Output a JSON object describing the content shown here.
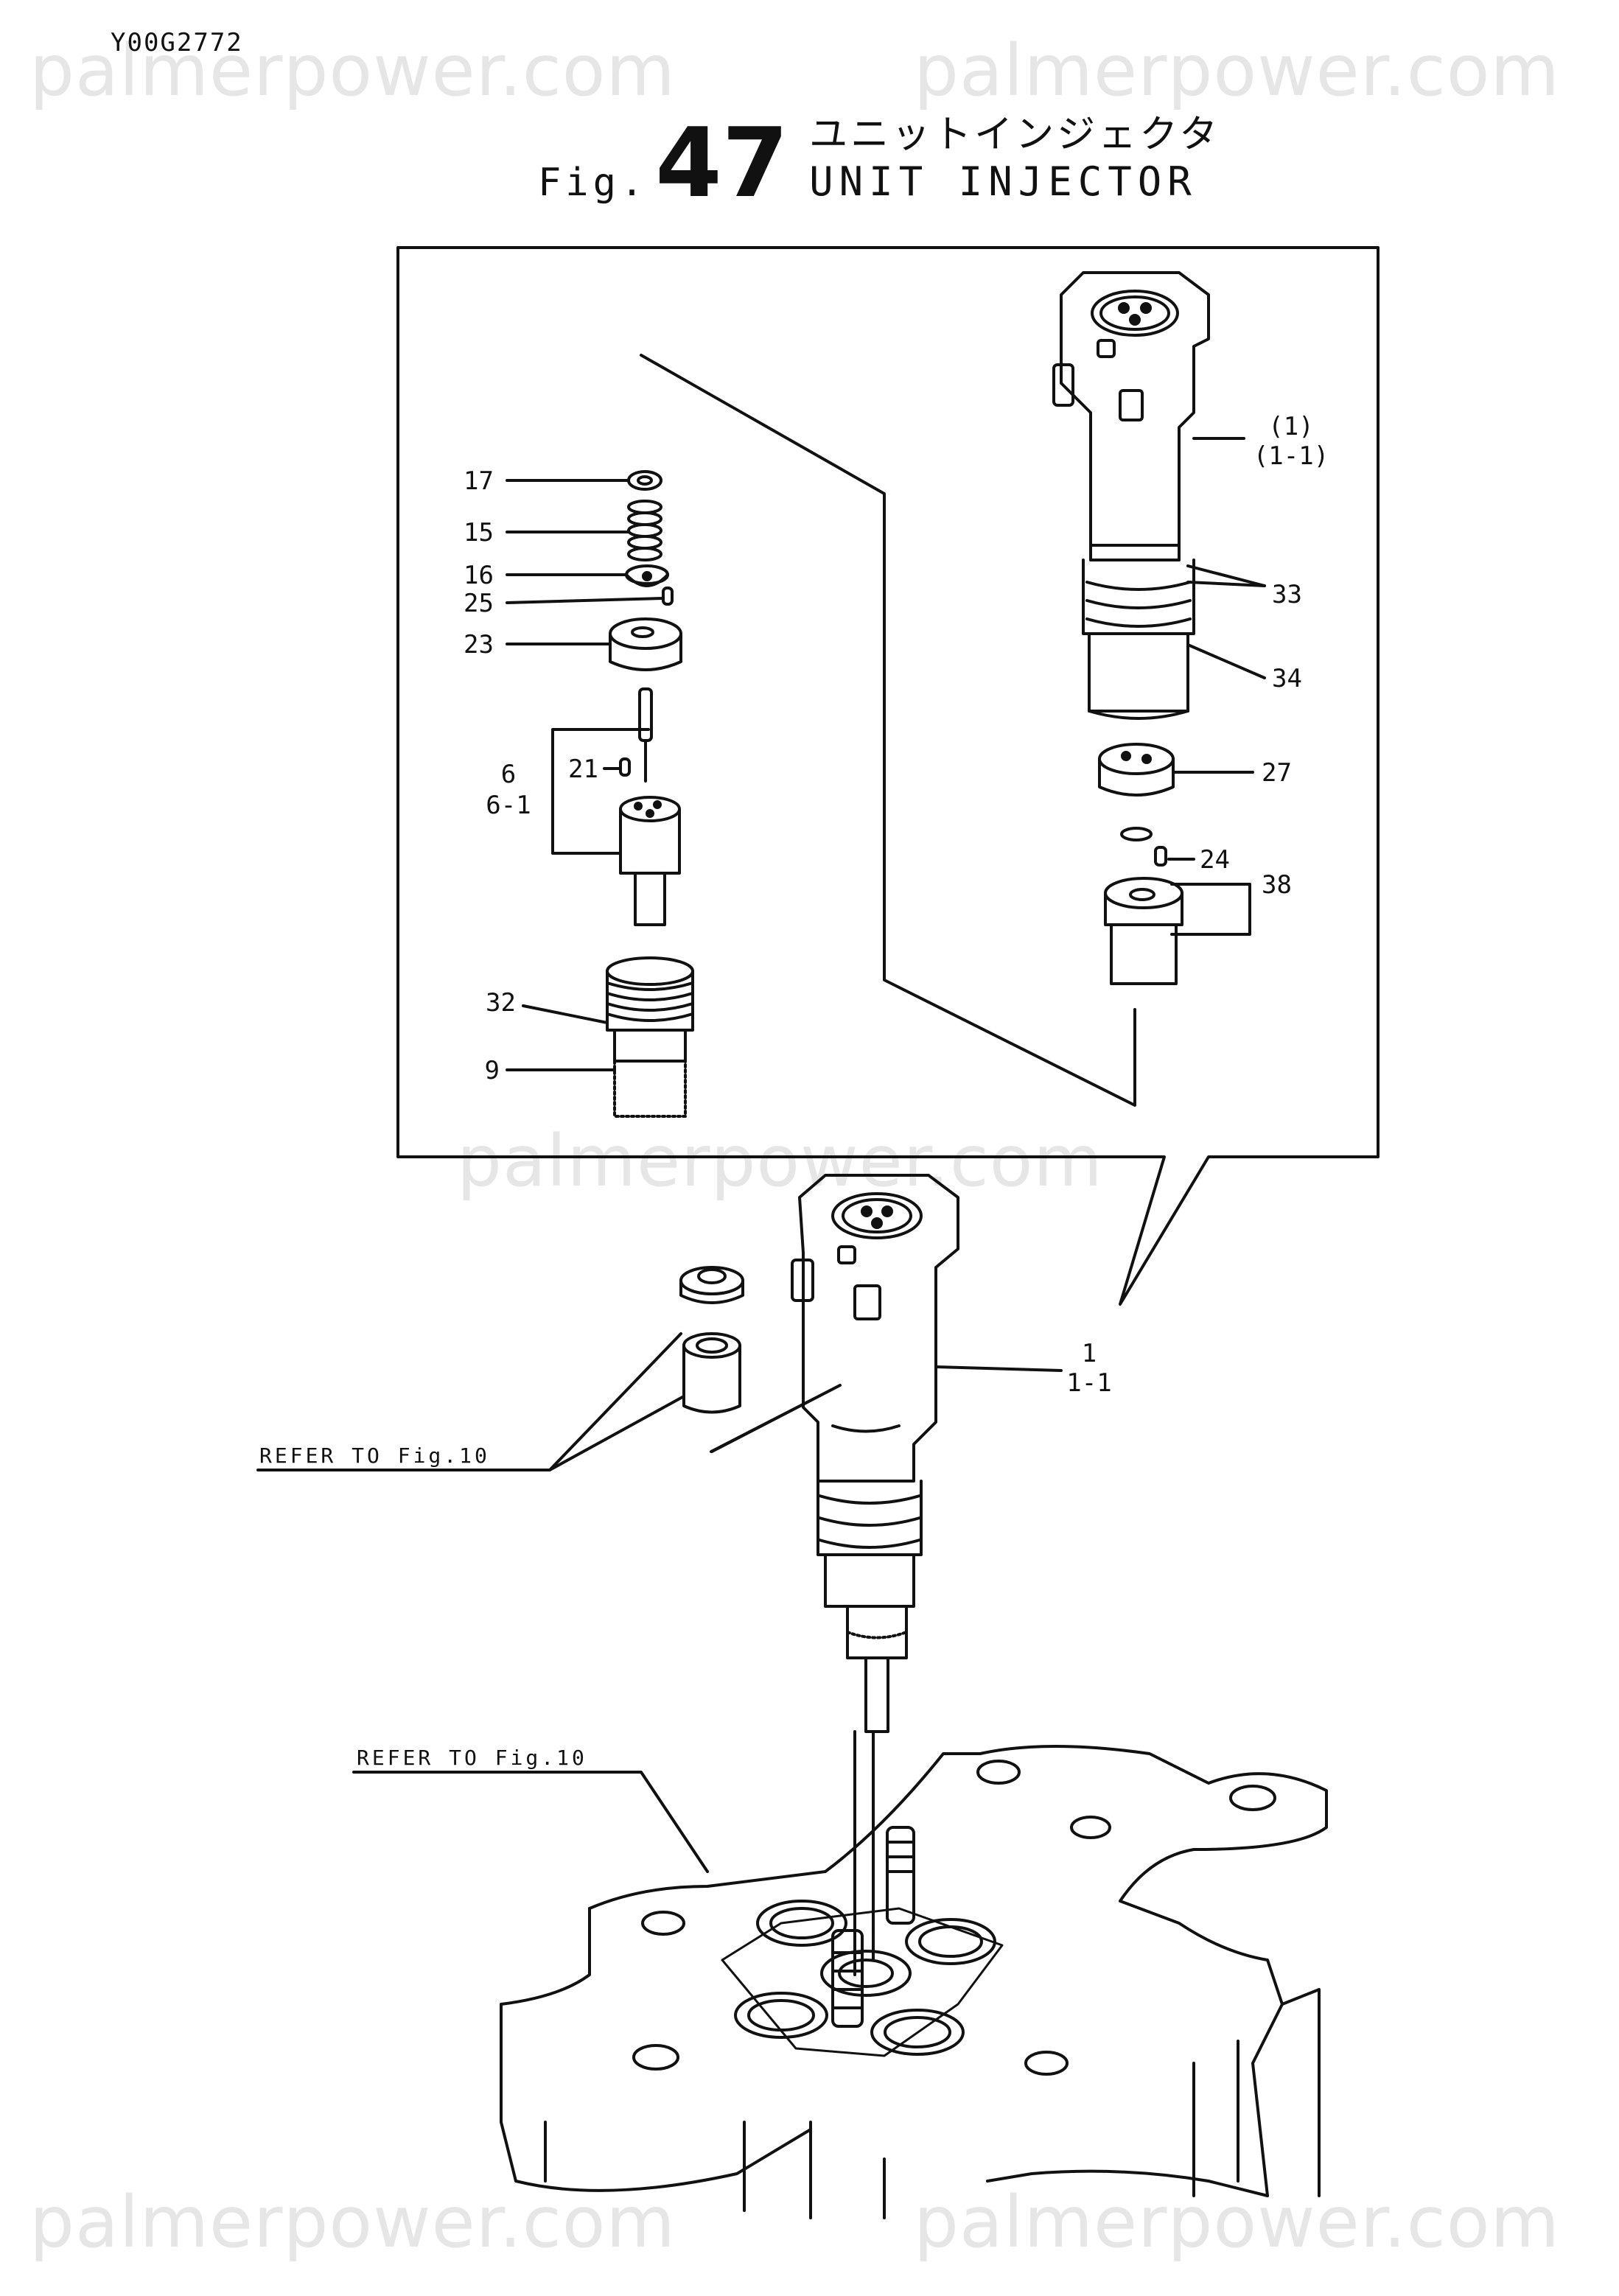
{
  "watermark": "palmerpower.com",
  "doc_code": "Y00G2772",
  "figure": {
    "prefix": "Fig.",
    "number": "47",
    "title_jp": "ユニットインジェクタ",
    "title_en": "UNIT INJECTOR"
  },
  "callouts": {
    "p17": "17",
    "p15": "15",
    "p16": "16",
    "p25": "25",
    "p23": "23",
    "p6": "6",
    "p6_1": "6-1",
    "p21": "21",
    "p32": "32",
    "p9": "9",
    "p1_paren": "(1)",
    "p1_1_paren": "(1-1)",
    "p33": "33",
    "p34": "34",
    "p27": "27",
    "p24": "24",
    "p38": "38",
    "p1": "1",
    "p1_1": "1-1"
  },
  "references": {
    "ref_upper": "REFER TO Fig.10",
    "ref_lower": "REFER TO Fig.10"
  }
}
